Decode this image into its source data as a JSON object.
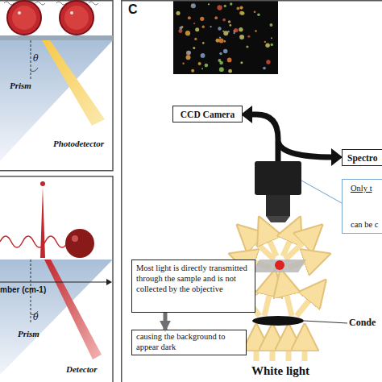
{
  "diagram": {
    "nodes": [
      {
        "text": [
          "C"
        ]
      },
      {
        "text": [
          "CCD Camera"
        ],
        "in": 0
      },
      {
        "text": [
          "Spectro"
        ],
        "in": 0
      },
      {
        "text": [
          "Only t",
          "can be c"
        ],
        "in": 0
      },
      {
        "text": [
          "Most light is directly transmitted through the sample and is not collected by the objective"
        ],
        "in": 0
      },
      {
        "text": [
          "causing the background to appear dark"
        ],
        "in": 0
      }
    ],
    "edges": [
      {
        "from": 4,
        "to": 5,
        "arrow": "to"
      }
    ],
    "labels": [
      "Prism",
      "Photodetector",
      "θ",
      "mber (cm-1)",
      "θ",
      "Prism",
      "Detector",
      "Conde",
      "White light"
    ]
  }
}
